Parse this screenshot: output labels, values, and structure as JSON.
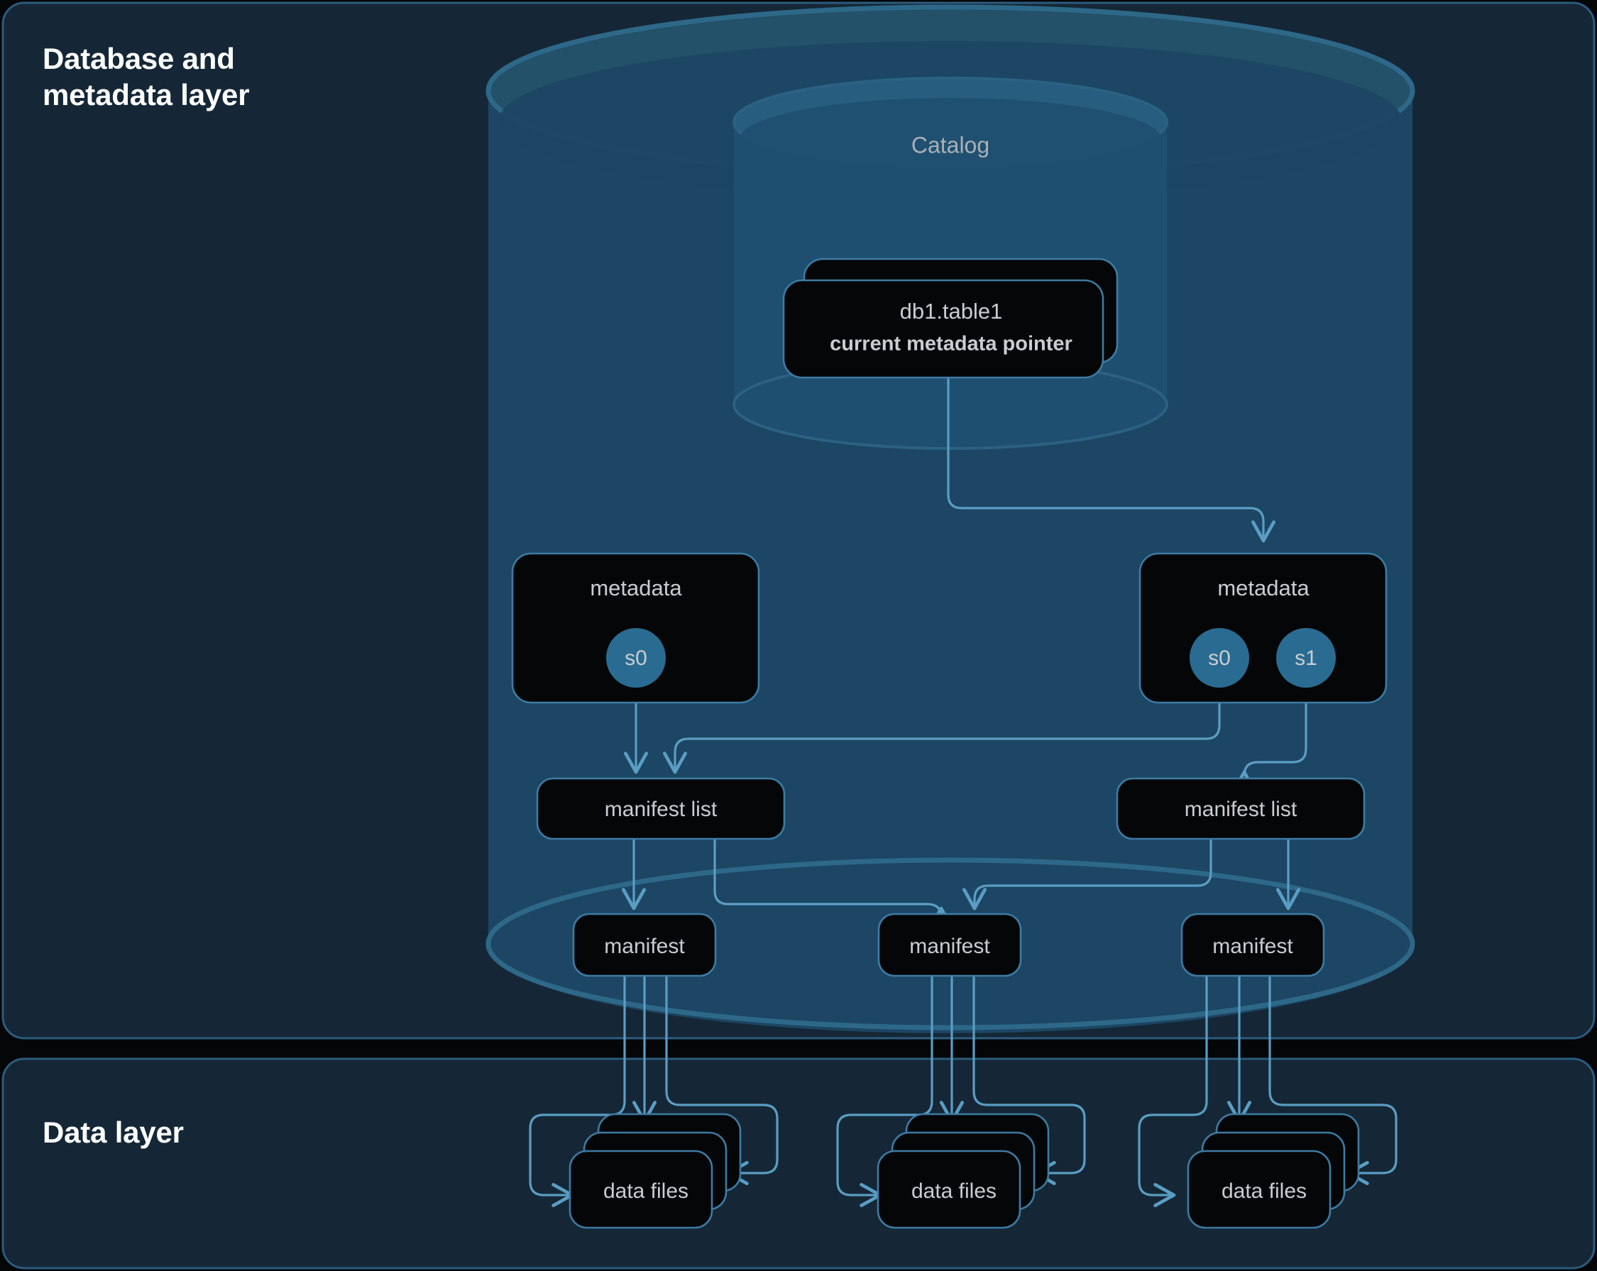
{
  "layers": [
    {
      "id": "database-metadata-layer",
      "title": "Database and\nmetadata layer"
    },
    {
      "id": "data-layer",
      "title": "Data layer"
    }
  ],
  "colors": {
    "page_background": "#050608",
    "panel_fill": "#152736",
    "panel_border": "#2c5b7d",
    "cylinder_outer_body": "#1c4663",
    "cylinder_outer_top": "#255872",
    "cylinder_inner_body": "#1f4f70",
    "cylinder_inner_top": "#2b6182",
    "node_fill": "#050608",
    "node_border": "#3d7ba3",
    "connector": "#5b9dc4",
    "snapshot_circle": "#2a6b91",
    "label_text": "#c9cdd1",
    "title_text": "#ffffff",
    "catalog_text": "#a9b0b6"
  },
  "nodes": {
    "catalog": {
      "label": "Catalog"
    },
    "metadata_pointer": {
      "line1": "db1.table1",
      "line2": "current metadata pointer",
      "stacked": true,
      "stack_count": 2
    },
    "metadata_left": {
      "label": "metadata",
      "snapshots": [
        "s0"
      ]
    },
    "metadata_right": {
      "label": "metadata",
      "snapshots": [
        "s0",
        "s1"
      ]
    },
    "manifest_list_left": {
      "label": "manifest list"
    },
    "manifest_list_right": {
      "label": "manifest list"
    },
    "manifests": [
      {
        "label": "manifest"
      },
      {
        "label": "manifest"
      },
      {
        "label": "manifest"
      }
    ],
    "data_file_groups": [
      {
        "label": "data files",
        "stack_count": 3
      },
      {
        "label": "data files",
        "stack_count": 3
      },
      {
        "label": "data files",
        "stack_count": 3
      }
    ]
  },
  "edges": [
    {
      "from": "metadata_pointer",
      "to": "metadata_right"
    },
    {
      "from": "metadata_left.s0",
      "to": "manifest_list_left"
    },
    {
      "from": "metadata_right.s0",
      "to": "manifest_list_left"
    },
    {
      "from": "metadata_right.s1",
      "to": "manifest_list_right"
    },
    {
      "from": "manifest_list_left",
      "to": "manifest_1"
    },
    {
      "from": "manifest_list_left",
      "to": "manifest_2"
    },
    {
      "from": "manifest_list_right",
      "to": "manifest_2"
    },
    {
      "from": "manifest_list_right",
      "to": "manifest_3"
    },
    {
      "from": "manifest_1",
      "to": "data_files_1"
    },
    {
      "from": "manifest_1",
      "to": "data_files_1"
    },
    {
      "from": "manifest_1",
      "to": "data_files_1"
    },
    {
      "from": "manifest_2",
      "to": "data_files_2"
    },
    {
      "from": "manifest_2",
      "to": "data_files_2"
    },
    {
      "from": "manifest_2",
      "to": "data_files_2"
    },
    {
      "from": "manifest_3",
      "to": "data_files_3"
    },
    {
      "from": "manifest_3",
      "to": "data_files_3"
    },
    {
      "from": "manifest_3",
      "to": "data_files_3"
    }
  ]
}
